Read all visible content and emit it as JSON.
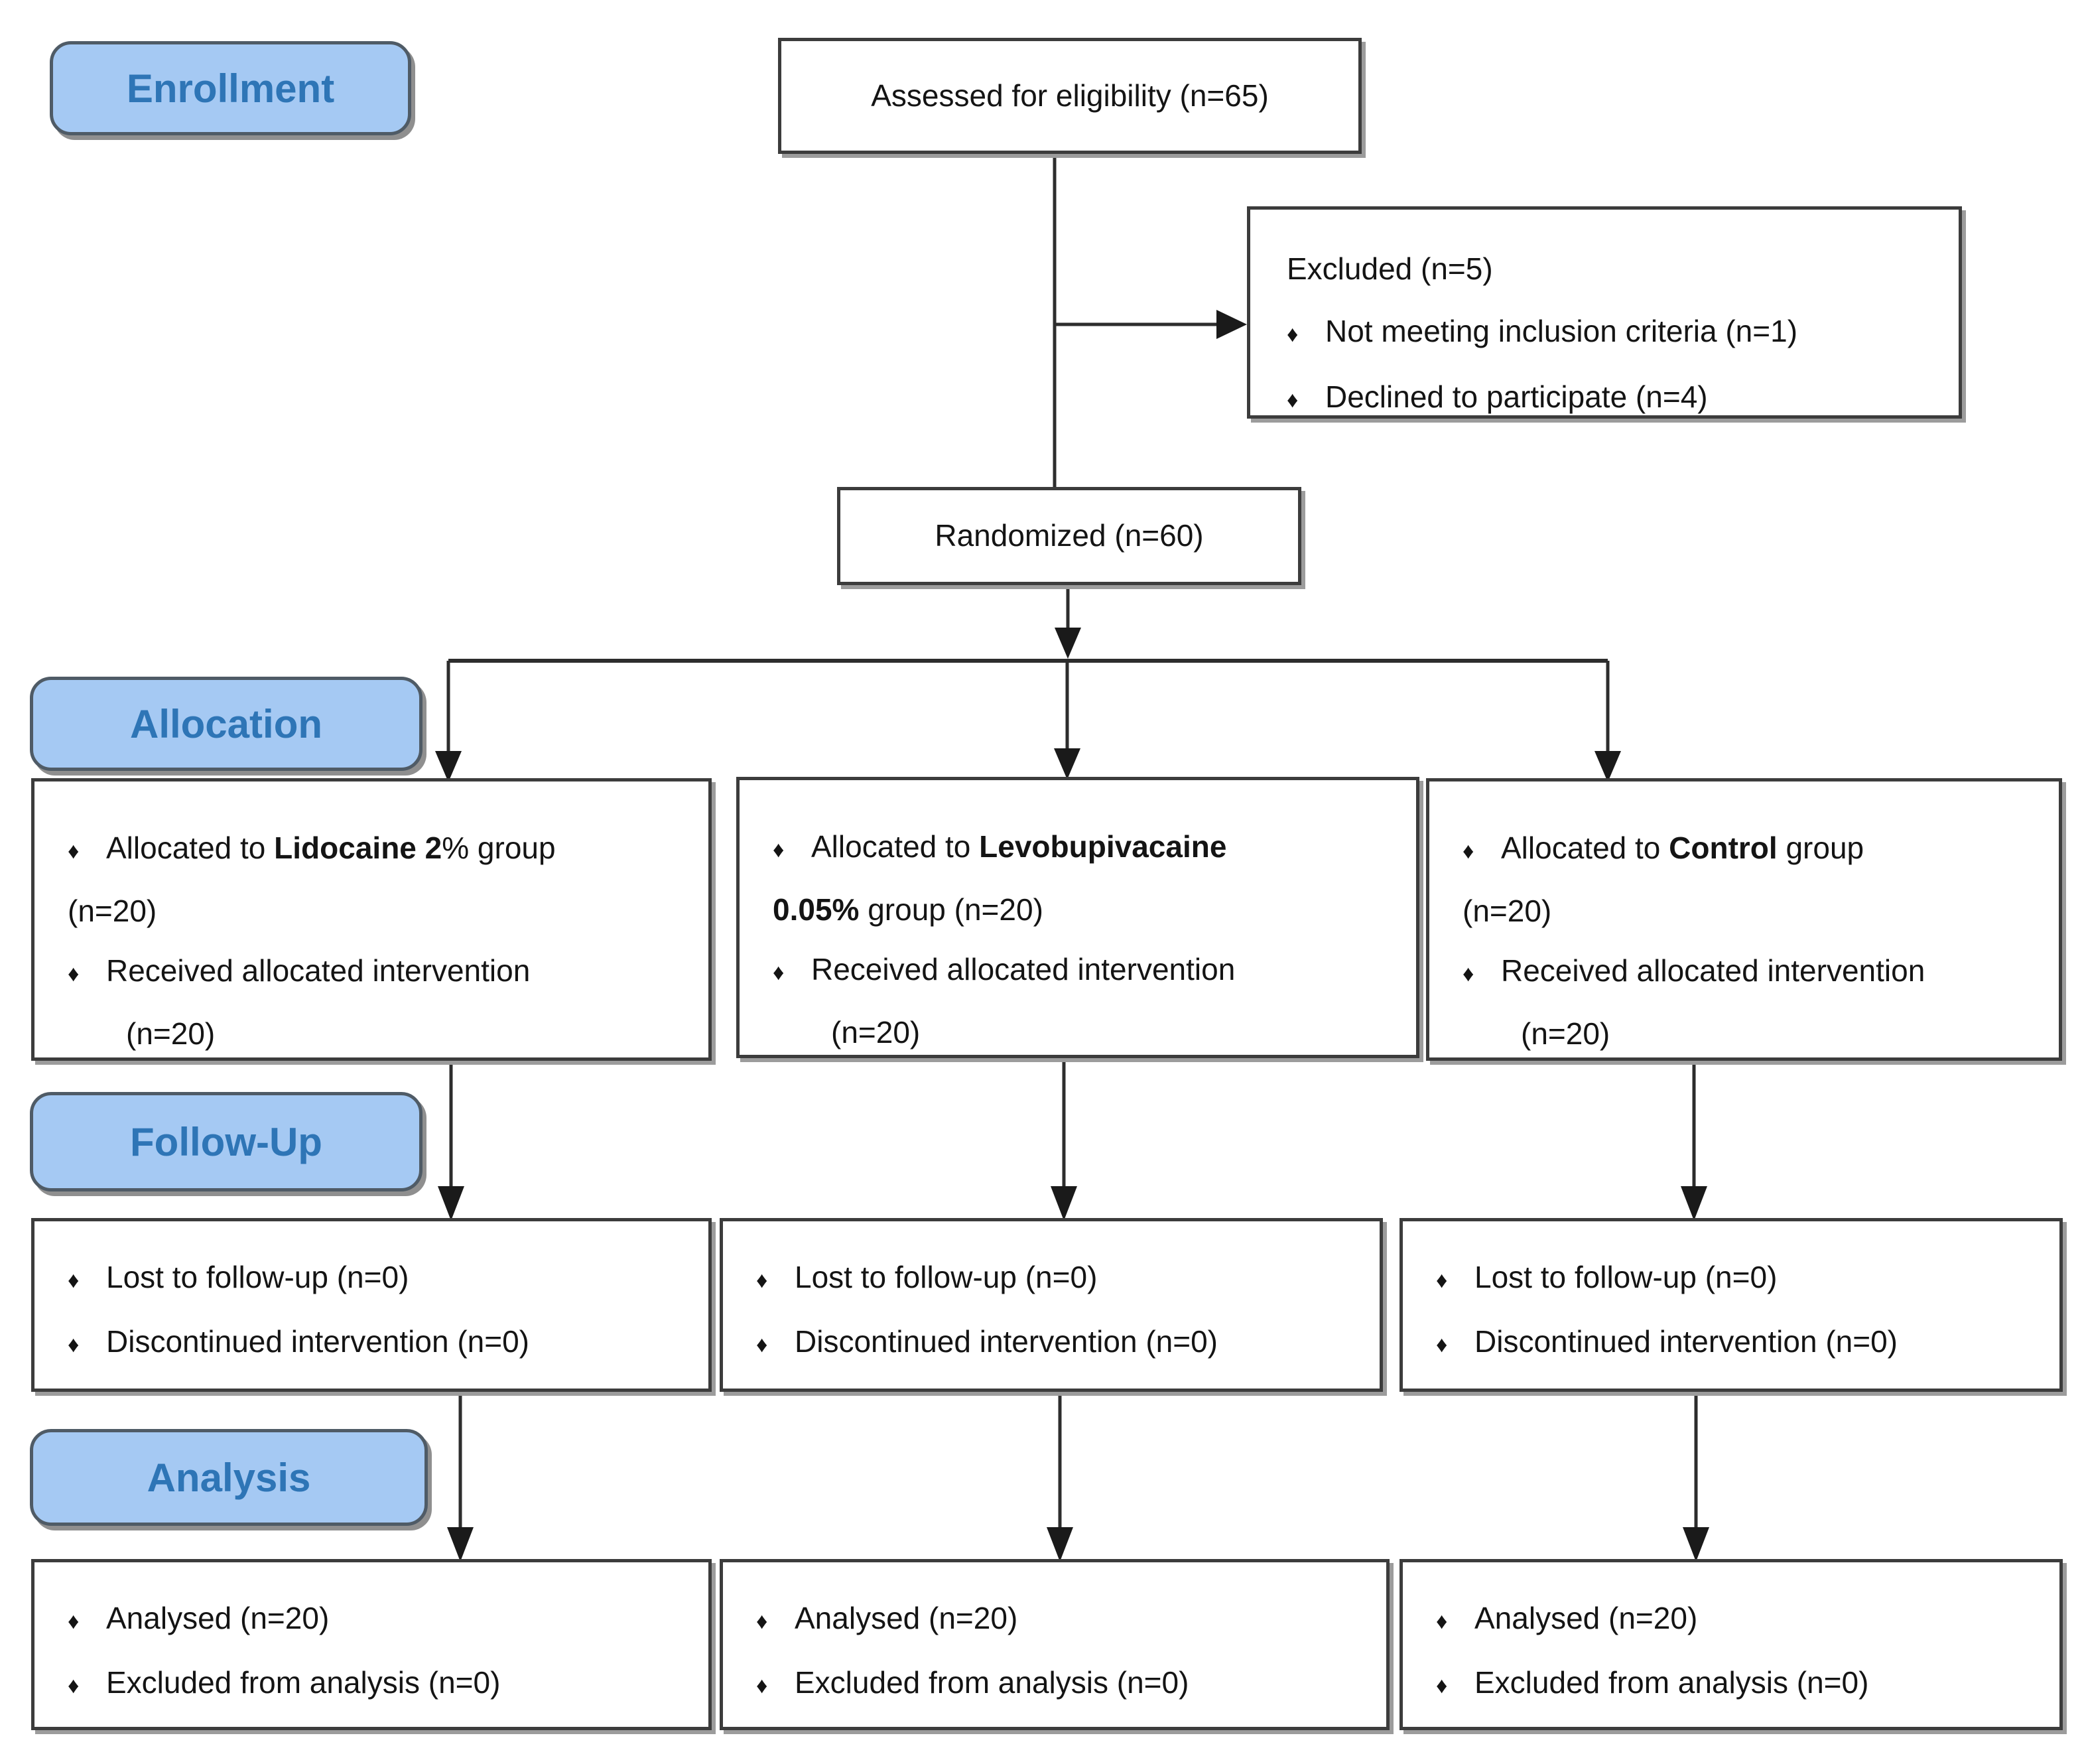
{
  "palette": {
    "label_fill": "#a5c9f3",
    "label_text": "#2e75b6",
    "box_border": "#3c3c3c",
    "connector_line": "#2d2d2d"
  },
  "bullet_glyph": "♦",
  "stage_labels": [
    {
      "label": "Enrollment"
    },
    {
      "label": "Allocation"
    },
    {
      "label": "Follow-Up"
    },
    {
      "label": "Analysis"
    }
  ],
  "boxes": {
    "assessed": {
      "text": "Assessed for eligibility (n=65)"
    },
    "excluded": {
      "title": "Excluded (n=5)",
      "items": [
        "Not meeting inclusion criteria (n=1)",
        "Declined to participate (n=4)"
      ]
    },
    "randomized": {
      "text": "Randomized (n=60)"
    },
    "allocation": [
      {
        "line1_pre": "Allocated to ",
        "line1_bold": "Lidocaine 2",
        "line1_post": "% group",
        "line2_bold": "",
        "line2_post": "(n=20)",
        "line3": "Received allocated intervention",
        "line4": "(n=20)"
      },
      {
        "line1_pre": "Allocated to ",
        "line1_bold": "Levobupivacaine",
        "line1_post": "",
        "line2_bold": "0.05%",
        "line2_post": " group (n=20)",
        "line3": "Received allocated intervention",
        "line4": "(n=20)"
      },
      {
        "line1_pre": "Allocated to ",
        "line1_bold": "Control",
        "line1_post": " group",
        "line2_bold": "",
        "line2_post": "(n=20)",
        "line3": "Received allocated intervention",
        "line4": "(n=20)"
      }
    ],
    "followup": [
      {
        "items": [
          "Lost to follow-up (n=0)",
          "Discontinued intervention (n=0)"
        ]
      },
      {
        "items": [
          "Lost to follow-up (n=0)",
          "Discontinued intervention (n=0)"
        ]
      },
      {
        "items": [
          "Lost to follow-up (n=0)",
          "Discontinued intervention (n=0)"
        ]
      }
    ],
    "analysis": [
      {
        "items": [
          "Analysed (n=20)",
          "Excluded from analysis (n=0)"
        ]
      },
      {
        "items": [
          "Analysed (n=20)",
          "Excluded from analysis (n=0)"
        ]
      },
      {
        "items": [
          "Analysed (n=20)",
          "Excluded from analysis (n=0)"
        ]
      }
    ]
  }
}
